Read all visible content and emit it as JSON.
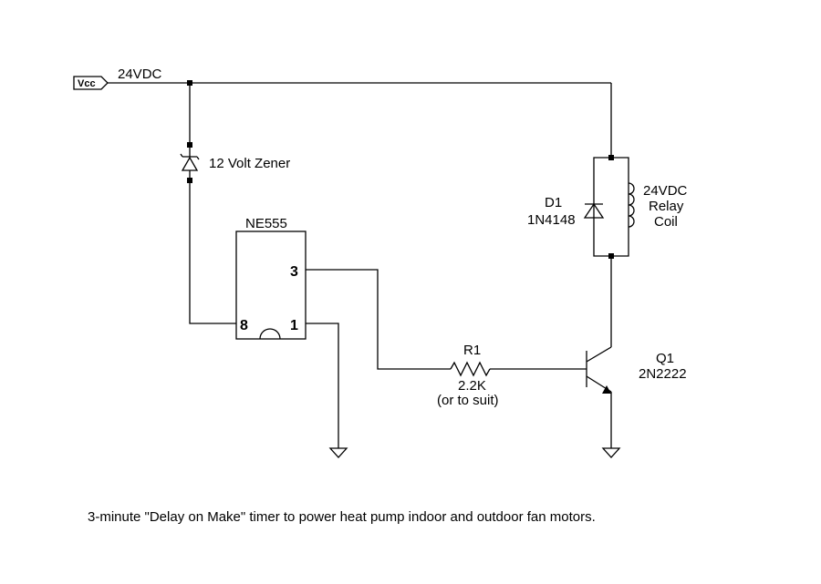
{
  "vcc_port": "Vcc",
  "supply_label": "24VDC",
  "zener": {
    "label": "12 Volt Zener"
  },
  "ic": {
    "name": "NE555",
    "pin3": "3",
    "pin8": "8",
    "pin1": "1"
  },
  "diode": {
    "ref": "D1",
    "part": "1N4148"
  },
  "relay": {
    "line1": "24VDC",
    "line2": "Relay",
    "line3": "Coil"
  },
  "resistor": {
    "ref": "R1",
    "value": "2.2K",
    "note": "(or to suit)"
  },
  "transistor": {
    "ref": "Q1",
    "part": "2N2222"
  },
  "caption": "3-minute \"Delay on Make\" timer to power heat pump indoor and outdoor fan motors."
}
